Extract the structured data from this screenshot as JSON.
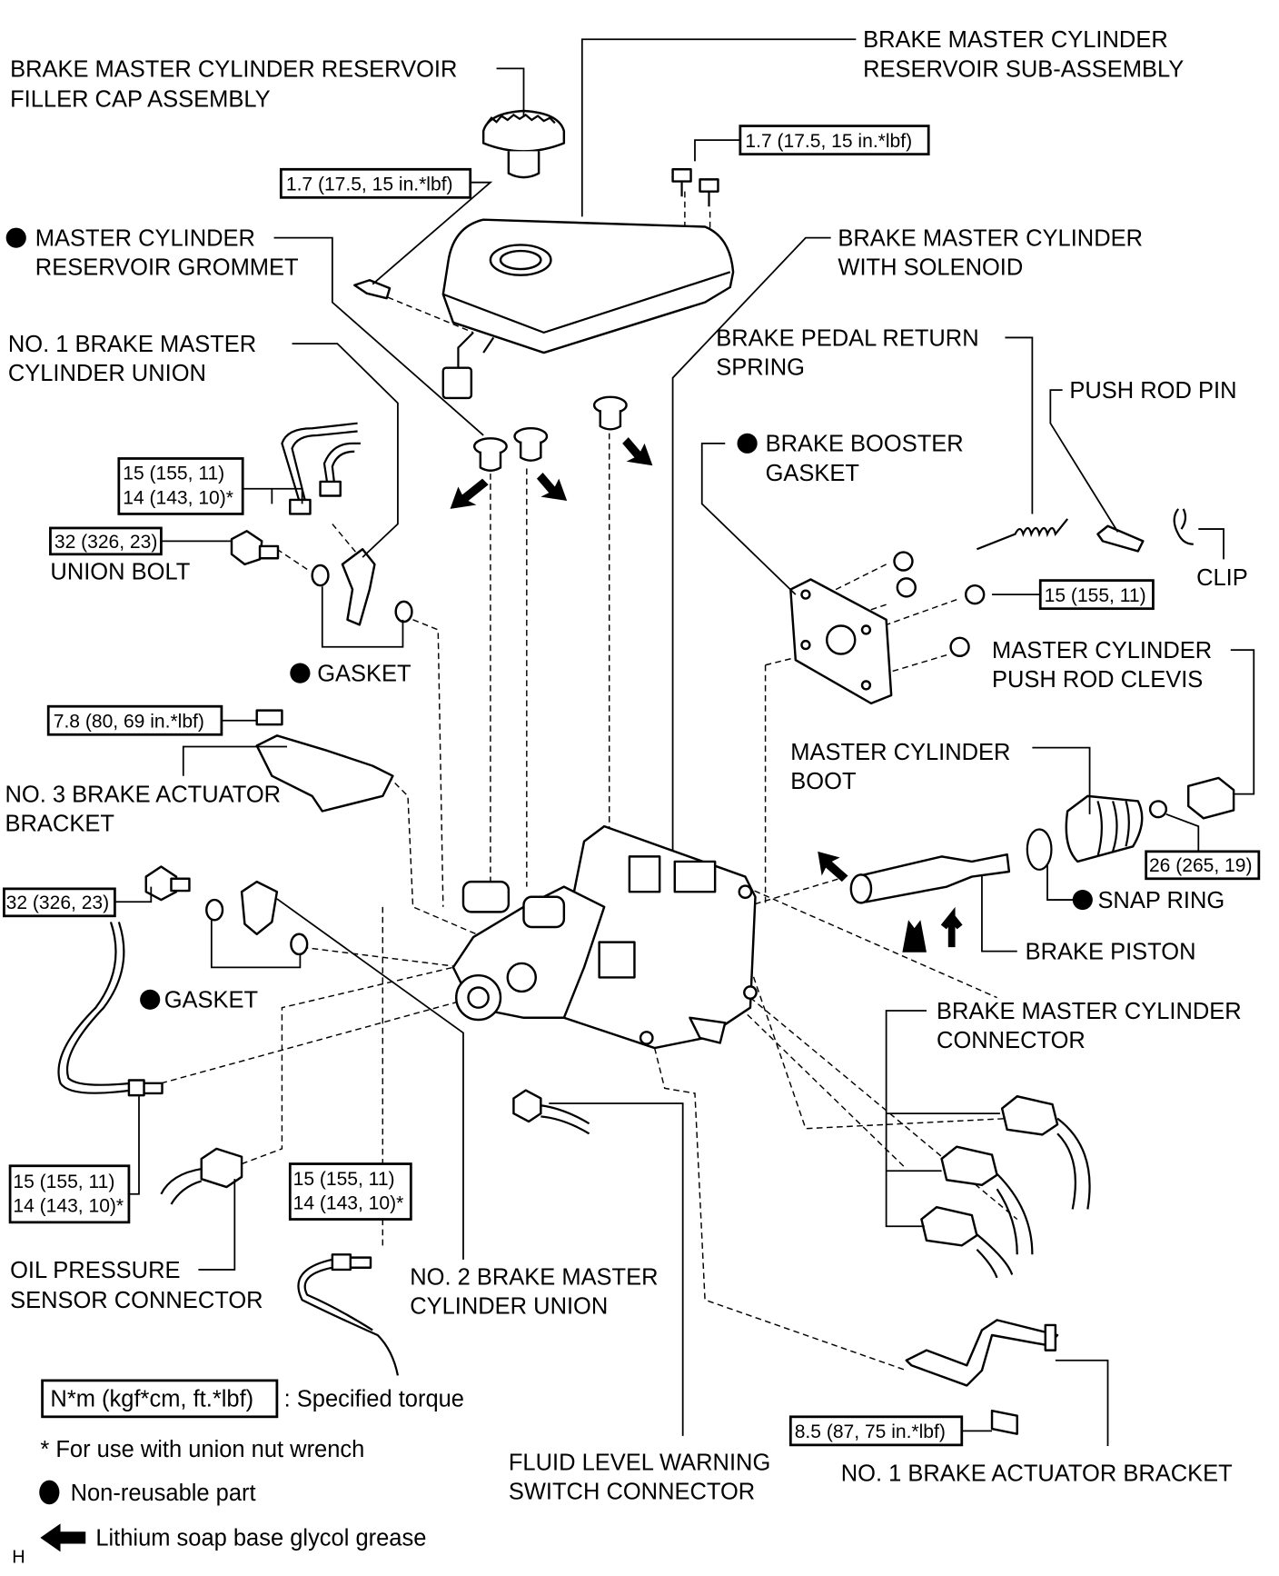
{
  "labels": [
    {
      "lines": [
        "BRAKE MASTER CYLINDER RESERVOIR",
        "FILLER CAP ASSEMBLY"
      ]
    },
    {
      "lines": [
        "BRAKE MASTER CYLINDER",
        "RESERVOIR SUB-ASSEMBLY"
      ]
    },
    {
      "lines": [
        "MASTER CYLINDER",
        "RESERVOIR GROMMET"
      ],
      "non_reusable": true
    },
    {
      "lines": [
        "BRAKE MASTER CYLINDER",
        "WITH SOLENOID"
      ]
    },
    {
      "lines": [
        "NO. 1 BRAKE MASTER",
        "CYLINDER UNION"
      ]
    },
    {
      "lines": [
        "BRAKE PEDAL RETURN",
        "SPRING"
      ]
    },
    {
      "lines": [
        "PUSH ROD PIN"
      ]
    },
    {
      "lines": [
        "BRAKE BOOSTER",
        "GASKET"
      ],
      "non_reusable": true
    },
    {
      "lines": [
        "UNION BOLT"
      ]
    },
    {
      "lines": [
        "CLIP"
      ]
    },
    {
      "lines": [
        "GASKET"
      ],
      "non_reusable": true
    },
    {
      "lines": [
        "MASTER CYLINDER",
        "PUSH ROD CLEVIS"
      ]
    },
    {
      "lines": [
        "NO. 3 BRAKE ACTUATOR",
        "BRACKET"
      ]
    },
    {
      "lines": [
        "MASTER CYLINDER",
        "BOOT"
      ]
    },
    {
      "lines": [
        "SNAP RING"
      ],
      "non_reusable": true
    },
    {
      "lines": [
        "BRAKE PISTON"
      ]
    },
    {
      "lines": [
        "GASKET"
      ],
      "non_reusable": true
    },
    {
      "lines": [
        "BRAKE MASTER CYLINDER",
        "CONNECTOR"
      ]
    },
    {
      "lines": [
        "OIL PRESSURE",
        "SENSOR CONNECTOR"
      ]
    },
    {
      "lines": [
        "NO. 2 BRAKE MASTER",
        "CYLINDER UNION"
      ]
    },
    {
      "lines": [
        "FLUID LEVEL WARNING",
        "SWITCH CONNECTOR"
      ]
    },
    {
      "lines": [
        "NO. 1 BRAKE ACTUATOR BRACKET"
      ]
    }
  ],
  "torques": [
    {
      "lines": [
        "1.7 (17.5, 15 in.*lbf)"
      ]
    },
    {
      "lines": [
        "1.7 (17.5, 15 in.*lbf)"
      ]
    },
    {
      "lines": [
        "15 (155, 11)",
        "14 (143, 10)*"
      ]
    },
    {
      "lines": [
        "32 (326, 23)"
      ]
    },
    {
      "lines": [
        "15 (155, 11)"
      ]
    },
    {
      "lines": [
        "7.8 (80, 69 in.*lbf)"
      ]
    },
    {
      "lines": [
        "32 (326, 23)"
      ]
    },
    {
      "lines": [
        "26 (265, 19)"
      ]
    },
    {
      "lines": [
        "15 (155, 11)",
        "14 (143, 10)*"
      ]
    },
    {
      "lines": [
        "15 (155, 11)",
        "14 (143, 10)*"
      ]
    },
    {
      "lines": [
        "8.5 (87, 75 in.*lbf)"
      ]
    }
  ],
  "legend": {
    "torque_unit": "N*m (kgf*cm, ft.*lbf)",
    "torque_desc": ": Specified torque",
    "union_nut": "* For use with union nut wrench",
    "non_reusable": "Non-reusable part",
    "grease": "Lithium soap base glycol grease"
  },
  "figure_code": "H",
  "icons": {
    "non_reusable": "filled-circle-icon",
    "grease": "left-arrow-icon"
  }
}
